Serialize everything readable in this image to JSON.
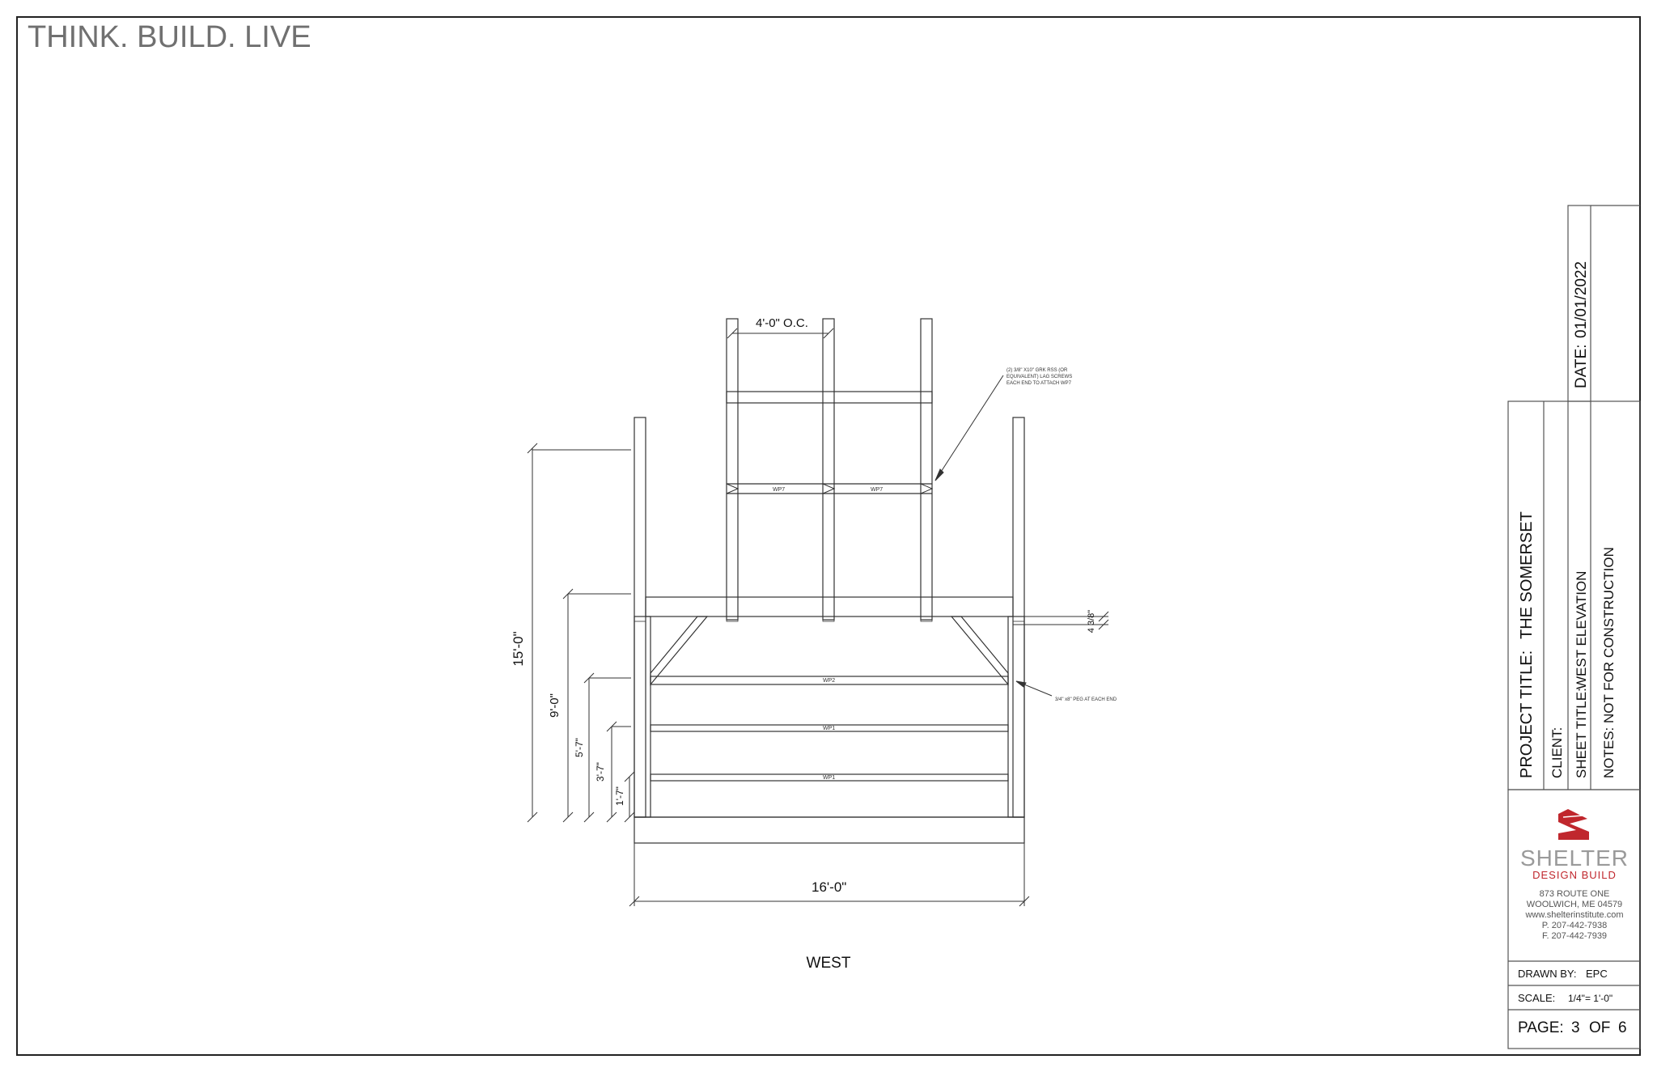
{
  "sheet": {
    "tagline": "THINK. BUILD. LIVE",
    "view_label": "WEST"
  },
  "dimensions": {
    "top_spacing": "4'-0\" O.C.",
    "overall_height": "15'-0\"",
    "height_9": "9'-0\"",
    "height_5_7": "5'-7\"",
    "height_3_7": "3'-7\"",
    "height_1_7": "1'-7\"",
    "overall_width": "16'-0\"",
    "sill_offset": "4 3/8\""
  },
  "members": {
    "wp7_left": "WP7",
    "wp7_right": "WP7",
    "wp2": "WP2",
    "wp1_upper": "WP1",
    "wp1_lower": "WP1"
  },
  "notes": {
    "screws": [
      "(2) 3/8\" X10\" GRK RSS (OR",
      "EQUIVALENT) LAG SCREWS",
      "EACH END TO ATTACH WP7"
    ],
    "peg": "3/4\" x8\" PEG AT EACH END"
  },
  "title_block": {
    "date_label": "DATE:",
    "date": "01/01/2022",
    "project_title_label": "PROJECT TITLE:",
    "project_title": "THE SOMERSET",
    "client_label": "CLIENT:",
    "client": "",
    "sheet_title_label": "SHEET TITLE:",
    "sheet_title": "WEST ELEVATION",
    "notes_label": "NOTES:",
    "notes": "NOT FOR CONSTRUCTION",
    "logo_name": "SHELTER",
    "logo_sub": "DESIGN BUILD",
    "address": [
      "873 ROUTE ONE",
      "WOOLWICH, ME 04579",
      "www.shelterinstitute.com",
      "P. 207-442-7938",
      "F. 207-442-7939"
    ],
    "drawn_by_label": "DRAWN BY:",
    "drawn_by": "EPC",
    "scale_label": "SCALE:",
    "scale": "1/4\"= 1'-0\"",
    "page_label": "PAGE:",
    "page_num": "3",
    "page_of": "OF",
    "page_total": "6"
  },
  "colors": {
    "logo_red": "#c0272d",
    "logo_text": "#9a9a9a",
    "tagline": "#707070"
  }
}
